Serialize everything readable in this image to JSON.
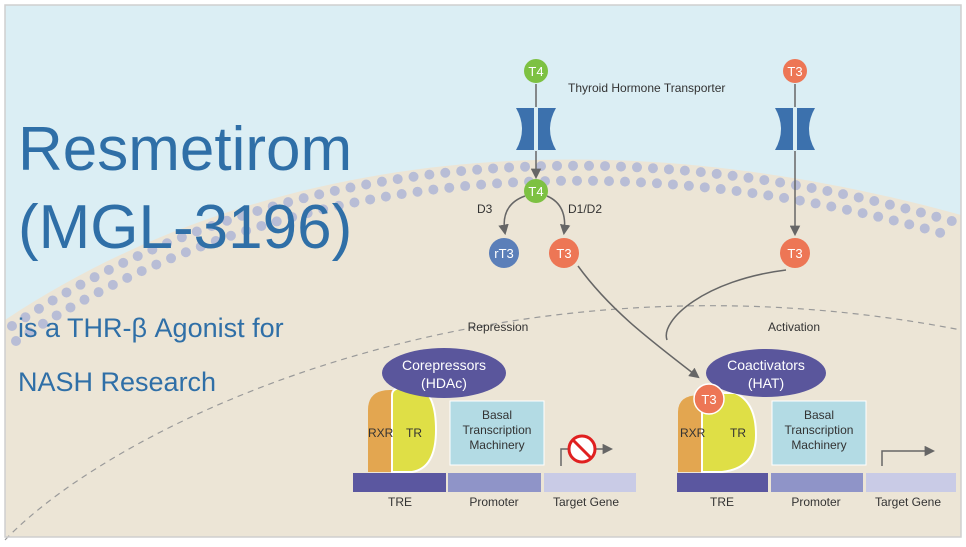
{
  "headline": {
    "title_line1": "Resmetirom",
    "title_line2": "(MGL-3196)",
    "subtitle_line1": "is a THR-β Agonist for",
    "subtitle_line2": "NASH Research"
  },
  "colors": {
    "sky": "#dbeef4",
    "cell": "#ece5d6",
    "dots": "#b8bdd6",
    "title": "#2f6fa7",
    "green": "#7dc142",
    "orange": "#ed7655",
    "blue_hormone": "#5b7fb9",
    "transporter": "#3c71ad",
    "coreg": "#5a569c",
    "rxr": "#e3a650",
    "tr": "#dfdf46",
    "basal_fill": "#b3dbe4",
    "dna_dark": "#5b57a0",
    "dna_mid": "#8f94c8",
    "dna_light": "#c9cbe6"
  },
  "transport": {
    "label": "Thyroid Hormone Transporter",
    "t4_top": "T4",
    "t3_top": "T3",
    "t4_mid": "T4",
    "d3": "D3",
    "d1d2": "D1/D2",
    "rt3": "rT3",
    "t3_left": "T3",
    "t3_right": "T3"
  },
  "repression": {
    "label": "Repression",
    "coreg_line1": "Corepressors",
    "coreg_line2": "(HDAc)",
    "rxr": "RXR",
    "tr": "TR",
    "basal_line1": "Basal",
    "basal_line2": "Transcription",
    "basal_line3": "Machinery",
    "tre": "TRE",
    "promoter": "Promoter",
    "target": "Target Gene",
    "blocked_icon": "no-entry-icon"
  },
  "activation": {
    "label": "Activation",
    "coreg_line1": "Coactivators",
    "coreg_line2": "(HAT)",
    "bound": "T3",
    "rxr": "RXR",
    "tr": "TR",
    "basal_line1": "Basal",
    "basal_line2": "Transcription",
    "basal_line3": "Machinery",
    "tre": "TRE",
    "promoter": "Promoter",
    "target": "Target Gene",
    "arrow_icon": "transcription-arrow-icon"
  }
}
